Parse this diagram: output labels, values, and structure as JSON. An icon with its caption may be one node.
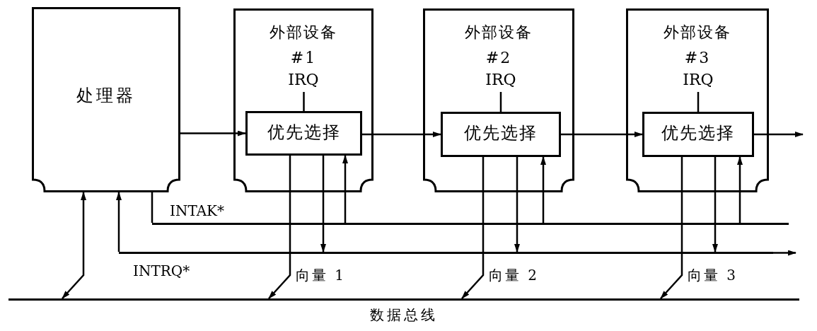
{
  "diagram": {
    "nodes": [
      {
        "text": [
          "处理器"
        ]
      },
      {
        "text": [
          "外部设备 #1"
        ]
      },
      {
        "text": [
          "IRQ"
        ],
        "in": 1
      },
      {
        "text": [
          "优先选择"
        ],
        "in": 1
      },
      {
        "text": [
          "外部设备 #2"
        ]
      },
      {
        "text": [
          "IRQ"
        ],
        "in": 4
      },
      {
        "text": [
          "优先选择"
        ],
        "in": 4
      },
      {
        "text": [
          "外部设备 #3"
        ]
      },
      {
        "text": [
          "IRQ"
        ],
        "in": 7
      },
      {
        "text": [
          "优先选择"
        ],
        "in": 7
      },
      {
        "text": [],
        "shape": "bar",
        "beside": [
          "INTAK*"
        ]
      },
      {
        "text": [],
        "shape": "bar",
        "beside": [
          "INTRQ*"
        ]
      },
      {
        "text": [],
        "shape": "bar",
        "beside": [
          "数据总线"
        ]
      }
    ],
    "edges": [
      {
        "from": 0,
        "to": 3,
        "arrow": "to"
      },
      {
        "from": 3,
        "to": 6,
        "arrow": "to"
      },
      {
        "from": 6,
        "to": 9,
        "arrow": "to"
      },
      {
        "from": 9,
        "to": null,
        "arrow": "to"
      },
      {
        "from": 0,
        "to": 12,
        "arrow": "both"
      },
      {
        "from": 11,
        "to": 0,
        "arrow": "to"
      },
      {
        "from": 0,
        "to": 10,
        "arrow": "none"
      },
      {
        "from": 2,
        "to": 3,
        "arrow": "none"
      },
      {
        "from": 5,
        "to": 6,
        "arrow": "none"
      },
      {
        "from": 8,
        "to": 9,
        "arrow": "none"
      },
      {
        "from": 3,
        "to": 12,
        "arrow": "to",
        "label": "向量 1"
      },
      {
        "from": 3,
        "to": 11,
        "arrow": "to"
      },
      {
        "from": 10,
        "to": 3,
        "arrow": "to"
      },
      {
        "from": 6,
        "to": 12,
        "arrow": "to",
        "label": "向量 2"
      },
      {
        "from": 6,
        "to": 11,
        "arrow": "to"
      },
      {
        "from": 10,
        "to": 6,
        "arrow": "to"
      },
      {
        "from": 9,
        "to": 12,
        "arrow": "to",
        "label": "向量 3"
      },
      {
        "from": 9,
        "to": 11,
        "arrow": "to"
      },
      {
        "from": 10,
        "to": 9,
        "arrow": "to"
      },
      {
        "from": 11,
        "to": null,
        "arrow": "to"
      }
    ]
  }
}
